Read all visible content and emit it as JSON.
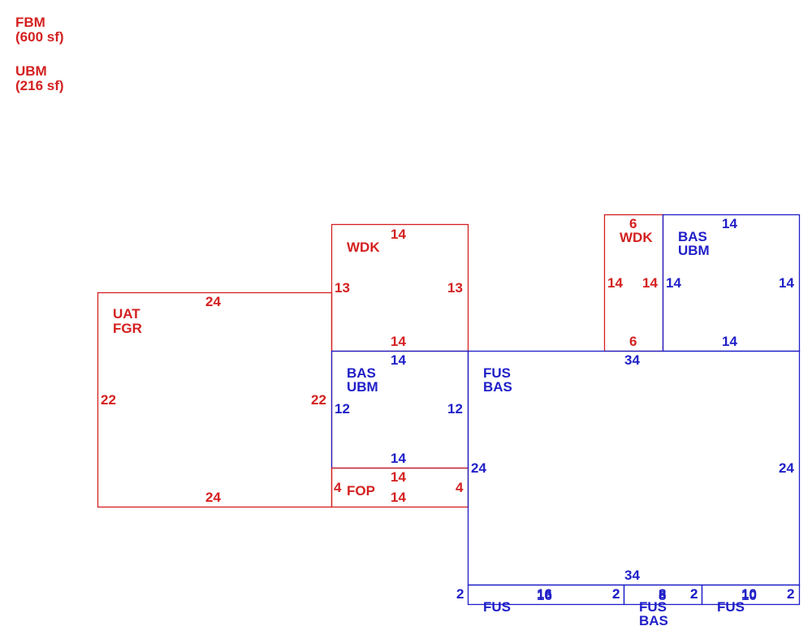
{
  "colors": {
    "red": "#d42020",
    "blue": "#1f1fc8"
  },
  "legend": [
    {
      "code": "FBM",
      "area": "(600 sf)"
    },
    {
      "code": "UBM",
      "area": "(216 sf)"
    }
  ],
  "areas": [
    {
      "id": "uat-fgr",
      "color": "red",
      "labels": [
        "UAT",
        "FGR"
      ],
      "dims": {
        "top": "24",
        "bottom": "24",
        "left": "22",
        "right": "22"
      }
    },
    {
      "id": "wdk-left",
      "color": "red",
      "labels": [
        "WDK"
      ],
      "dims": {
        "top": "14",
        "bottom": "14",
        "left": "13",
        "right": "13"
      }
    },
    {
      "id": "bas-ubm-left",
      "color": "blue",
      "labels": [
        "BAS",
        "UBM"
      ],
      "dims": {
        "top": "14",
        "bottom": "14",
        "left": "12",
        "right": "12"
      }
    },
    {
      "id": "fop",
      "color": "red",
      "labels": [
        "FOP"
      ],
      "dims": {
        "top": "14",
        "bottom": "14",
        "left": "4",
        "right": "4"
      }
    },
    {
      "id": "wdk-right",
      "color": "red",
      "labels": [
        "WDK"
      ],
      "dims": {
        "top": "6",
        "bottom": "6",
        "left": "14",
        "right": "14"
      }
    },
    {
      "id": "bas-ubm-right",
      "color": "blue",
      "labels": [
        "BAS",
        "UBM"
      ],
      "dims": {
        "top": "14",
        "bottom": "14",
        "left": "14",
        "right": "14"
      }
    },
    {
      "id": "fus-bas-main",
      "color": "blue",
      "labels": [
        "FUS",
        "BAS"
      ],
      "dims": {
        "top": "34",
        "bottom": "34",
        "left": "24",
        "right": "24"
      }
    },
    {
      "id": "fus-strip-1",
      "color": "blue",
      "labels": [
        "FUS"
      ],
      "dims": {
        "top": "16",
        "bottom": "16",
        "left": "2",
        "right": "2"
      }
    },
    {
      "id": "fus-bas-strip-2",
      "color": "blue",
      "labels": [
        "FUS",
        "BAS"
      ],
      "dims": {
        "top": "8",
        "bottom": "8",
        "left": "2",
        "right": "2"
      }
    },
    {
      "id": "fus-strip-3",
      "color": "blue",
      "labels": [
        "FUS"
      ],
      "dims": {
        "top": "10",
        "bottom": "10",
        "left": "2",
        "right": "2"
      }
    }
  ]
}
